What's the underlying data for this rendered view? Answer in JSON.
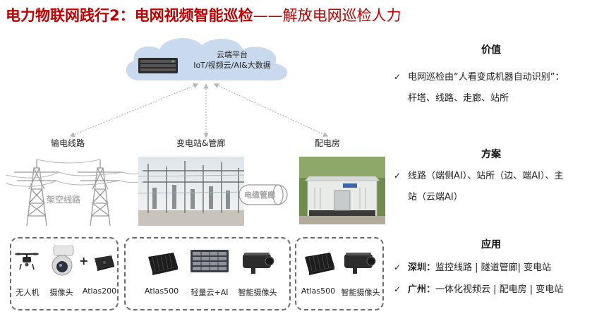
{
  "title": {
    "main": "电力物联网践行2：电网视频智能巡检",
    "dash": "——",
    "sub": "解放电网巡检人力"
  },
  "cloud": {
    "line1": "云端平台",
    "line2": "IoT/视频云/AI&大数据"
  },
  "categories": {
    "transmission": "输电线路",
    "substation": "变电站&管廊",
    "distribution": "配电房"
  },
  "scene_labels": {
    "overhead": "架空线路",
    "cable": "电缆管廊"
  },
  "devices": {
    "box1": [
      "无人机",
      "摄像头",
      "Atlas200"
    ],
    "plus": "+",
    "box2": [
      "Atlas500",
      "轻量云+AI",
      "智能摄像头"
    ],
    "box3": [
      "Atlas500",
      "智能摄像头"
    ]
  },
  "value": {
    "title": "价值",
    "check": "✓",
    "line1": "电网巡检由“人看变成机器自动识别”：",
    "line2": "杆塔、线路、走廊、站所"
  },
  "solution": {
    "title": "方案",
    "check": "✓",
    "line1": "线路（端侧AI）、站所（边、端AI）、主",
    "line2": "站（云端AI）"
  },
  "application": {
    "title": "应用",
    "items": [
      {
        "check": "✓",
        "city": "深圳：",
        "text": "监控线路 | 隧道管廊| 变电站"
      },
      {
        "check": "✓",
        "city": "广州：",
        "text": "一体化视频云 | 配电房 | 变电站"
      }
    ]
  },
  "colors": {
    "accent_red": "#c00000",
    "cloud_blue": "#c9d9ee",
    "dash_gray": "#6b6b6b",
    "arrow_gray": "#b5b5b5"
  }
}
